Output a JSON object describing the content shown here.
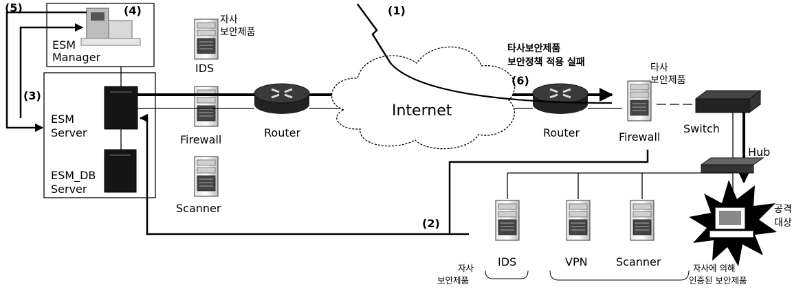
{
  "markers": {
    "m1": "(1)",
    "m2": "(2)",
    "m3": "(3)",
    "m4": "(4)",
    "m5": "(5)",
    "m6": "(6)"
  },
  "esm": {
    "manager_line1": "ESM",
    "manager_line2": "Manager",
    "server_line1": "ESM",
    "server_line2": "Server",
    "db_line1": "ESM_DB",
    "db_line2": "Server"
  },
  "left_column": {
    "own_product_line1": "자사",
    "own_product_line2": "보안제품",
    "ids": "IDS",
    "firewall": "Firewall",
    "scanner": "Scanner"
  },
  "router_left": "Router",
  "internet": "Internet",
  "failure_note": {
    "line1": "타사보안제품",
    "line2": "보안정책 적용 실패"
  },
  "router_right": "Router",
  "other_product": {
    "line1": "타사",
    "line2": "보안제품"
  },
  "firewall_right": "Firewall",
  "switch": "Switch",
  "hub": "Hub",
  "bottom": {
    "ids": "IDS",
    "vpn": "VPN",
    "scanner": "Scanner",
    "own_product_line1": "자사",
    "own_product_line2": "보안제품",
    "certified_line1": "자사에 의해",
    "certified_line2": "인증된 보안제품"
  },
  "target": {
    "line1": "공격",
    "line2": "대상"
  }
}
